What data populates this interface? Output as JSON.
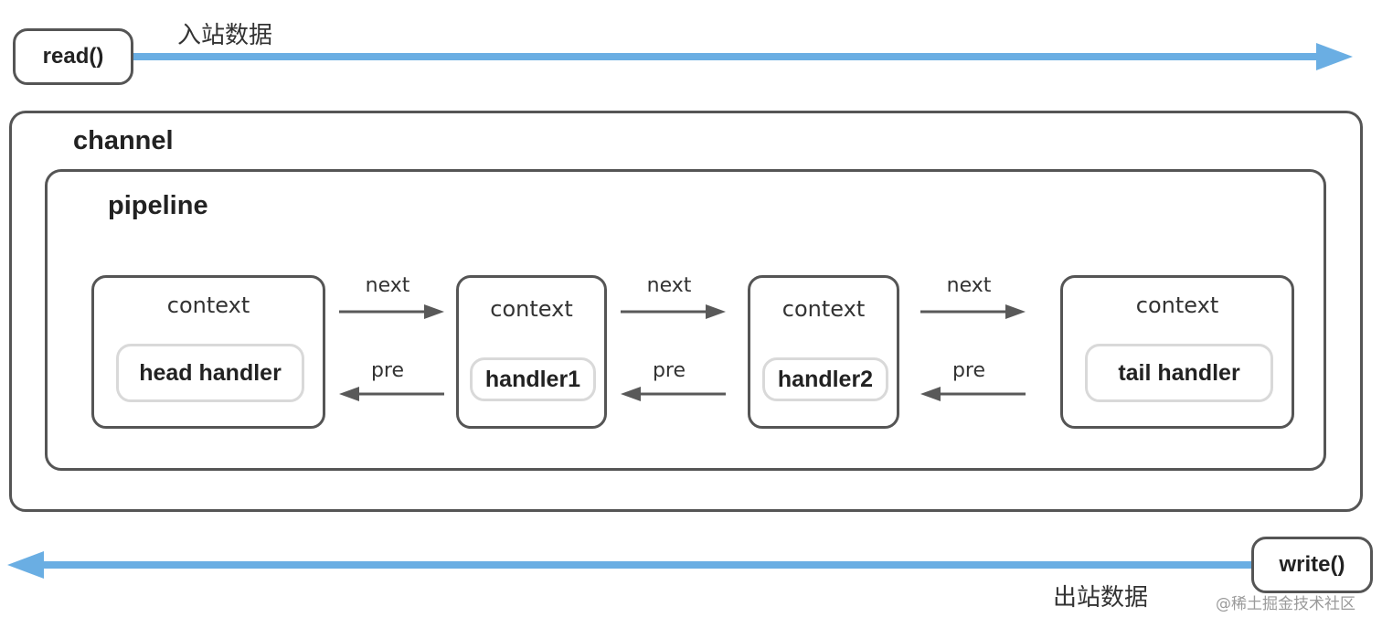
{
  "io": {
    "read_label": "read()",
    "write_label": "write()",
    "inbound_label": "入站数据",
    "outbound_label": "出站数据"
  },
  "channel": {
    "title": "channel"
  },
  "pipeline": {
    "title": "pipeline",
    "contexts": [
      {
        "label": "context",
        "handler": "head handler"
      },
      {
        "label": "context",
        "handler": "handler1"
      },
      {
        "label": "context",
        "handler": "handler2"
      },
      {
        "label": "context",
        "handler": "tail handler"
      }
    ],
    "links": [
      {
        "next": "next",
        "pre": "pre"
      },
      {
        "next": "next",
        "pre": "pre"
      },
      {
        "next": "next",
        "pre": "pre"
      }
    ]
  },
  "colors": {
    "flow_arrow": "#6aaee3",
    "link_arrow": "#595959",
    "border": "#555555",
    "handler_border": "#d9d9d9"
  },
  "watermark": "@稀土掘金技术社区"
}
